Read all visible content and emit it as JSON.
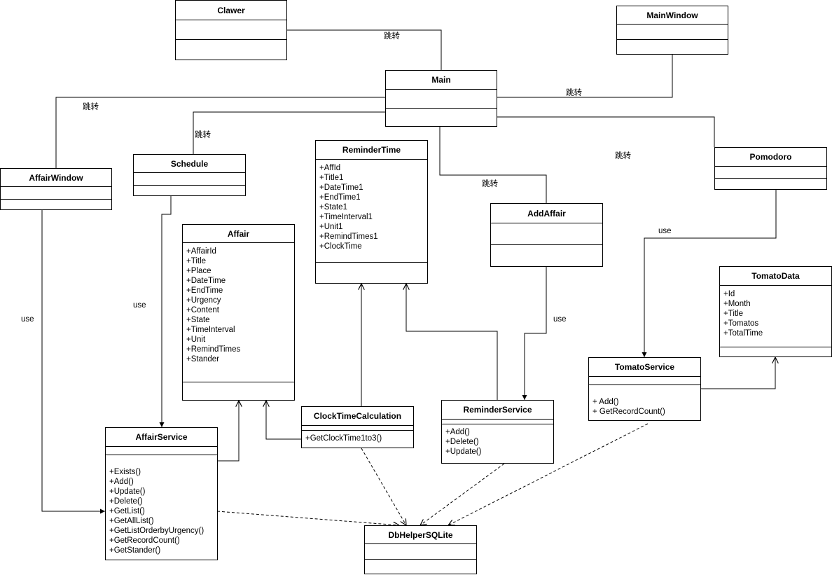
{
  "classes": {
    "clawer": {
      "name": "Clawer",
      "attrs": [],
      "methods": []
    },
    "mainwindow": {
      "name": "MainWindow",
      "attrs": [],
      "methods": []
    },
    "main": {
      "name": "Main",
      "attrs": [],
      "methods": []
    },
    "affairwindow": {
      "name": "AffairWindow",
      "attrs": [],
      "methods": []
    },
    "schedule": {
      "name": "Schedule",
      "attrs": [],
      "methods": []
    },
    "remindertime": {
      "name": "ReminderTime",
      "attrs": [
        "+AffId",
        "+Title1",
        "+DateTime1",
        "+EndTime1",
        "+State1",
        "+TimeInterval1",
        "+Unit1",
        "+RemindTimes1",
        "+ClockTime"
      ],
      "methods": []
    },
    "pomodoro": {
      "name": "Pomodoro",
      "attrs": [],
      "methods": []
    },
    "addaffair": {
      "name": "AddAffair",
      "attrs": [],
      "methods": []
    },
    "affair": {
      "name": "Affair",
      "attrs": [
        "+AffairId",
        "+Title",
        "+Place",
        "+DateTime",
        "+EndTime",
        "+Urgency",
        "+Content",
        " +State",
        " +TimeInterval",
        " +Unit",
        " +RemindTimes",
        " +Stander"
      ],
      "methods": []
    },
    "tomatodata": {
      "name": "TomatoData",
      "attrs": [
        "+Id",
        "+Month",
        "+Title",
        "+Tomatos",
        "+TotalTime"
      ],
      "methods": []
    },
    "tomatoservice": {
      "name": "TomatoService",
      "attrs": [],
      "methods": [
        "+ Add()",
        "+ GetRecordCount()"
      ]
    },
    "clocktimecalculation": {
      "name": "ClockTimeCalculation",
      "attrs": [],
      "methods": [
        "+GetClockTime1to3()"
      ]
    },
    "reminderservice": {
      "name": "ReminderService",
      "attrs": [],
      "methods": [
        "+Add()",
        "+Delete()",
        "+Update()"
      ]
    },
    "affairservice": {
      "name": "AffairService",
      "attrs": [],
      "methods": [
        "+Exists()",
        "+Add()",
        "+Update()",
        "+Delete()",
        "+GetList()",
        "+GetAllList()",
        "+GetListOrderbyUrgency()",
        "+GetRecordCount()",
        "+GetStander()"
      ]
    },
    "dbhelpersqlite": {
      "name": "DbHelperSQLite",
      "attrs": [],
      "methods": []
    }
  },
  "relations": {
    "clawer_main": "跳转",
    "main_mainwindow": "跳转",
    "main_affairwindow": "跳转",
    "main_schedule": "跳转",
    "main_pomodoro": "跳转",
    "main_addaffair": "跳转",
    "affairwindow_affairservice": "use",
    "schedule_affairservice": "use",
    "addaffair_reminderservice": "use",
    "pomodoro_tomatoservice": "use"
  },
  "colors": {
    "line": "#000000",
    "background": "#ffffff"
  }
}
